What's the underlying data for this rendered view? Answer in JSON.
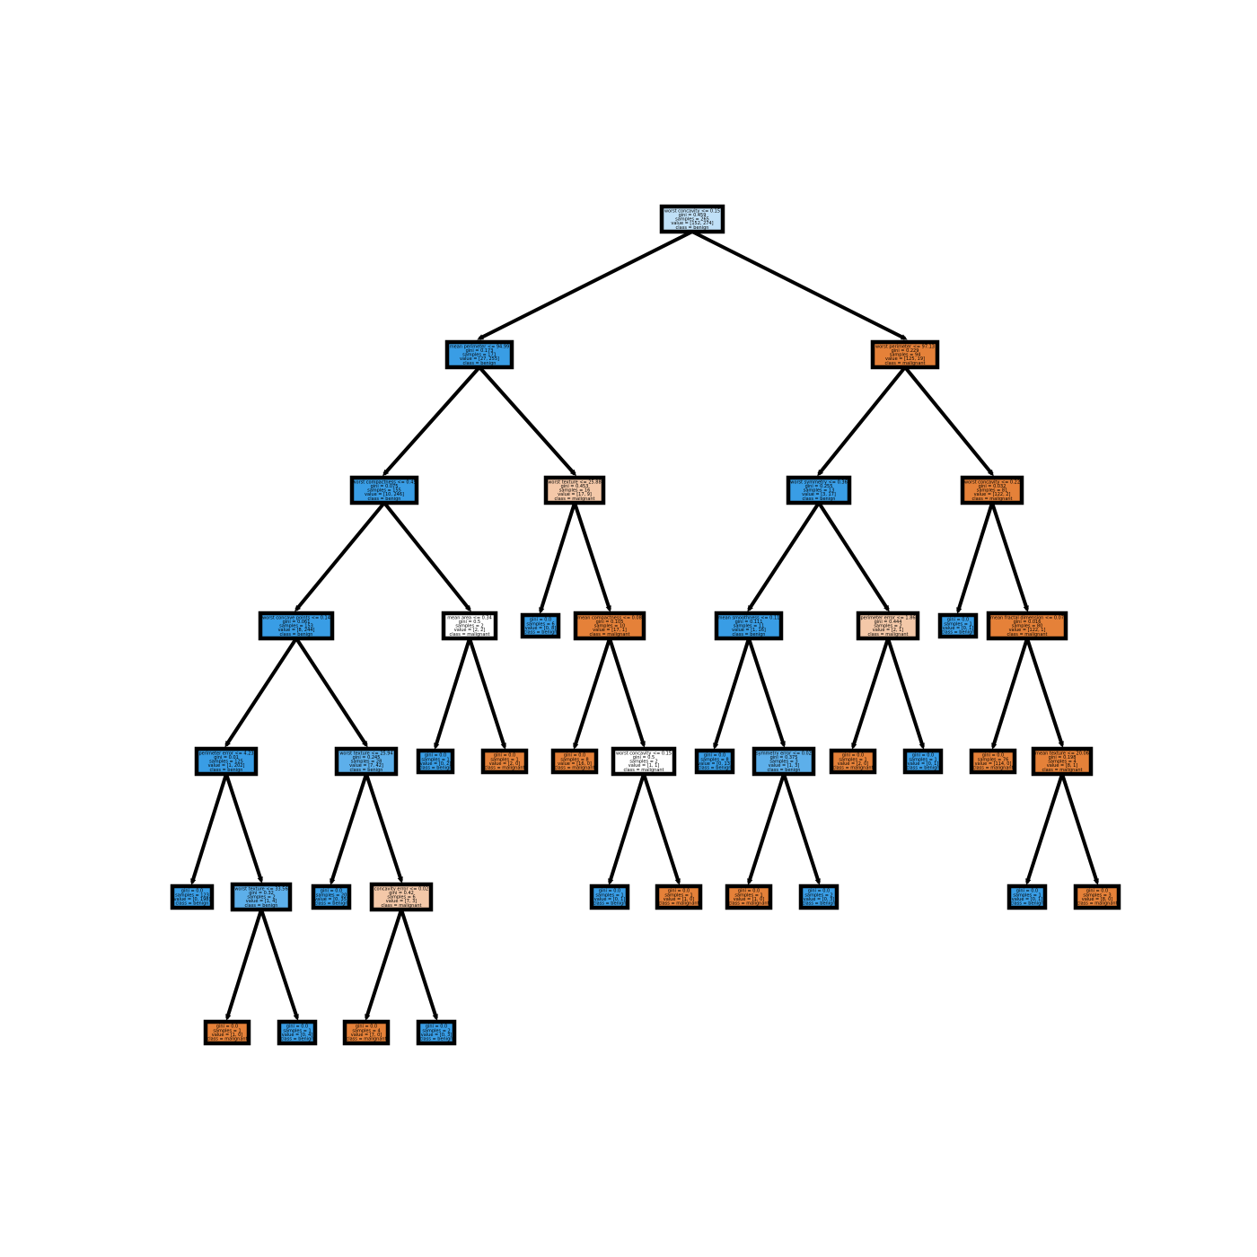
{
  "colors": {
    "benign_strong": "#399de5",
    "benign_mid": "#5dafea",
    "benign_light": "#c0e0f7",
    "neutral": "#ffffff",
    "malignant_strong": "#e58139",
    "malignant_mid": "#e99559",
    "malignant_light": "#f4c8a8"
  },
  "nodes": [
    {
      "id": "n0",
      "lines": [
        "worst concavity <= 0.15",
        "gini = 0.459",
        "samples = 265",
        "value = [152, 274]",
        "class = benign"
      ],
      "color": "benign_light"
    },
    {
      "id": "n1",
      "lines": [
        "mean perimeter <= 94.99",
        "gini = 0.173",
        "samples = 171",
        "value = [27, 255]",
        "class = benign"
      ],
      "color": "benign_strong"
    },
    {
      "id": "n2",
      "lines": [
        "worst compactness <= 0.45",
        "gini = 0.075",
        "samples = 155",
        "value = [10, 246]",
        "class = benign"
      ],
      "color": "benign_strong"
    },
    {
      "id": "n3",
      "lines": [
        "worst concave points <= 0.14",
        "gini = 0.061",
        "samples = 153",
        "value = [8, 244]",
        "class = benign"
      ],
      "color": "benign_strong"
    },
    {
      "id": "n4",
      "lines": [
        "perimeter error <= 4.23",
        "gini = 0.01",
        "samples = 125",
        "value = [1, 202]",
        "class = benign"
      ],
      "color": "benign_strong"
    },
    {
      "id": "n5",
      "lines": [
        "gini = 0.0",
        "samples = 123",
        "value = [0, 198]",
        "class = benign"
      ],
      "color": "benign_strong"
    },
    {
      "id": "n6",
      "lines": [
        "worst texture <= 33.56",
        "gini = 0.32",
        "samples = 2",
        "value = [1, 4]",
        "class = benign"
      ],
      "color": "benign_mid"
    },
    {
      "id": "n7",
      "lines": [
        "gini = 0.0",
        "samples = 1",
        "value = [1, 0]",
        "class = malignant"
      ],
      "color": "malignant_strong"
    },
    {
      "id": "n8",
      "lines": [
        "gini = 0.0",
        "samples = 1",
        "value = [0, 4]",
        "class = benign"
      ],
      "color": "benign_strong"
    },
    {
      "id": "n9",
      "lines": [
        "worst texture <= 25.94",
        "gini = 0.245",
        "samples = 28",
        "value = [7, 42]",
        "class = benign"
      ],
      "color": "benign_mid"
    },
    {
      "id": "n10",
      "lines": [
        "gini = 0.0",
        "samples = 20",
        "value = [0, 35]",
        "class = benign"
      ],
      "color": "benign_strong"
    },
    {
      "id": "n11",
      "lines": [
        "concavity error <= 0.02",
        "gini = 0.42",
        "samples = 6",
        "value = [7, 3]",
        "class = malignant"
      ],
      "color": "malignant_light"
    },
    {
      "id": "n12",
      "lines": [
        "gini = 0.0",
        "samples = 4",
        "value = [7, 0]",
        "class = malignant"
      ],
      "color": "malignant_strong"
    },
    {
      "id": "n13",
      "lines": [
        "gini = 0.0",
        "samples = 2",
        "value = [0, 3]",
        "class = benign"
      ],
      "color": "benign_strong"
    },
    {
      "id": "n14",
      "lines": [
        "mean area <= 0.34",
        "gini = 0.5",
        "samples = 2",
        "value = [2, 2]",
        "class = malignant"
      ],
      "color": "neutral"
    },
    {
      "id": "n15",
      "lines": [
        "gini = 0.0",
        "samples = 1",
        "value = [0, 2]",
        "class = benign"
      ],
      "color": "benign_strong"
    },
    {
      "id": "n16",
      "lines": [
        "gini = 0.0",
        "samples = 1",
        "value = [2, 0]",
        "class = malignant"
      ],
      "color": "malignant_strong"
    },
    {
      "id": "n17",
      "lines": [
        "worst texture <= 25.88",
        "gini = 0.453",
        "samples = 16",
        "value = [17, 9]",
        "class = malignant"
      ],
      "color": "malignant_light"
    },
    {
      "id": "n18",
      "lines": [
        "gini = 0.0",
        "samples = 6",
        "value = [0, 8]",
        "class = benign"
      ],
      "color": "benign_strong"
    },
    {
      "id": "n19",
      "lines": [
        "mean compactness <= 0.08",
        "gini = 0.105",
        "samples = 10",
        "value = [17, 1]",
        "class = malignant"
      ],
      "color": "malignant_strong"
    },
    {
      "id": "n20",
      "lines": [
        "gini = 0.0",
        "samples = 8",
        "value = [16, 0]",
        "class = malignant"
      ],
      "color": "malignant_strong"
    },
    {
      "id": "n21",
      "lines": [
        "worst concavity <= 0.15",
        "gini = 0.5",
        "samples = 2",
        "value = [1, 1]",
        "class = malignant"
      ],
      "color": "neutral"
    },
    {
      "id": "n22",
      "lines": [
        "gini = 0.0",
        "samples = 1",
        "value = [0, 1]",
        "class = benign"
      ],
      "color": "benign_strong"
    },
    {
      "id": "n23",
      "lines": [
        "gini = 0.0",
        "samples = 1",
        "value = [1, 0]",
        "class = malignant"
      ],
      "color": "malignant_strong"
    },
    {
      "id": "n24",
      "lines": [
        "worst perimeter <= 97.13",
        "gini = 0.229",
        "samples = 94",
        "value = [125, 19]",
        "class = malignant"
      ],
      "color": "malignant_strong"
    },
    {
      "id": "n25",
      "lines": [
        "worst symmetry <= 0.36",
        "gini = 0.255",
        "samples = 13",
        "value = [3, 17]",
        "class = benign"
      ],
      "color": "benign_strong"
    },
    {
      "id": "n26",
      "lines": [
        "mean smoothness <= 0.11",
        "gini = 0.111",
        "samples = 11",
        "value = [1, 16]",
        "class = benign"
      ],
      "color": "benign_strong"
    },
    {
      "id": "n27",
      "lines": [
        "gini = 0.0",
        "samples = 8",
        "value = [0, 13]",
        "class = benign"
      ],
      "color": "benign_strong"
    },
    {
      "id": "n28",
      "lines": [
        "symmetry error <= 0.02",
        "gini = 0.375",
        "samples = 3",
        "value = [1, 3]",
        "class = benign"
      ],
      "color": "benign_mid"
    },
    {
      "id": "n29",
      "lines": [
        "gini = 0.0",
        "samples = 1",
        "value = [1, 0]",
        "class = malignant"
      ],
      "color": "malignant_strong"
    },
    {
      "id": "n30",
      "lines": [
        "gini = 0.0",
        "samples = 2",
        "value = [0, 3]",
        "class = benign"
      ],
      "color": "benign_strong"
    },
    {
      "id": "n31",
      "lines": [
        "perimeter error <= 1.86",
        "gini = 0.444",
        "samples = 2",
        "value = [2, 1]",
        "class = malignant"
      ],
      "color": "malignant_light"
    },
    {
      "id": "n32",
      "lines": [
        "gini = 0.0",
        "samples = 1",
        "value = [2, 0]",
        "class = malignant"
      ],
      "color": "malignant_strong"
    },
    {
      "id": "n33",
      "lines": [
        "gini = 0.0",
        "samples = 1",
        "value = [0, 1]",
        "class = benign"
      ],
      "color": "benign_strong"
    },
    {
      "id": "n34",
      "lines": [
        "worst concavity <= 0.22",
        "gini = 0.032",
        "samples = 81",
        "value = [122, 2]",
        "class = malignant"
      ],
      "color": "malignant_strong"
    },
    {
      "id": "n35",
      "lines": [
        "gini = 0.0",
        "samples = 1",
        "value = [0, 1]",
        "class = benign"
      ],
      "color": "benign_strong"
    },
    {
      "id": "n36",
      "lines": [
        "mean fractal dimension <= 0.07",
        "gini = 0.016",
        "samples = 80",
        "value = [122, 1]",
        "class = malignant"
      ],
      "color": "malignant_strong"
    },
    {
      "id": "n37",
      "lines": [
        "gini = 0.0",
        "samples = 76",
        "value = [114, 0]",
        "class = malignant"
      ],
      "color": "malignant_strong"
    },
    {
      "id": "n38",
      "lines": [
        "mean texture <= 20.06",
        "gini = 0.198",
        "samples = 4",
        "value = [8, 1]",
        "class = malignant"
      ],
      "color": "malignant_strong"
    },
    {
      "id": "n39",
      "lines": [
        "gini = 0.0",
        "samples = 1",
        "value = [0, 1]",
        "class = benign"
      ],
      "color": "benign_strong"
    },
    {
      "id": "n40",
      "lines": [
        "gini = 0.0",
        "samples = 3",
        "value = [8, 0]",
        "class = malignant"
      ],
      "color": "malignant_strong"
    }
  ],
  "edges": [
    [
      "n0",
      "n1"
    ],
    [
      "n0",
      "n24"
    ],
    [
      "n1",
      "n2"
    ],
    [
      "n1",
      "n17"
    ],
    [
      "n2",
      "n3"
    ],
    [
      "n2",
      "n14"
    ],
    [
      "n3",
      "n4"
    ],
    [
      "n3",
      "n9"
    ],
    [
      "n4",
      "n5"
    ],
    [
      "n4",
      "n6"
    ],
    [
      "n6",
      "n7"
    ],
    [
      "n6",
      "n8"
    ],
    [
      "n9",
      "n10"
    ],
    [
      "n9",
      "n11"
    ],
    [
      "n11",
      "n12"
    ],
    [
      "n11",
      "n13"
    ],
    [
      "n14",
      "n15"
    ],
    [
      "n14",
      "n16"
    ],
    [
      "n17",
      "n18"
    ],
    [
      "n17",
      "n19"
    ],
    [
      "n19",
      "n20"
    ],
    [
      "n19",
      "n21"
    ],
    [
      "n21",
      "n22"
    ],
    [
      "n21",
      "n23"
    ],
    [
      "n24",
      "n25"
    ],
    [
      "n24",
      "n34"
    ],
    [
      "n25",
      "n26"
    ],
    [
      "n25",
      "n31"
    ],
    [
      "n26",
      "n27"
    ],
    [
      "n26",
      "n28"
    ],
    [
      "n28",
      "n29"
    ],
    [
      "n28",
      "n30"
    ],
    [
      "n31",
      "n32"
    ],
    [
      "n31",
      "n33"
    ],
    [
      "n34",
      "n35"
    ],
    [
      "n34",
      "n36"
    ],
    [
      "n36",
      "n37"
    ],
    [
      "n36",
      "n38"
    ],
    [
      "n38",
      "n39"
    ],
    [
      "n38",
      "n40"
    ]
  ]
}
